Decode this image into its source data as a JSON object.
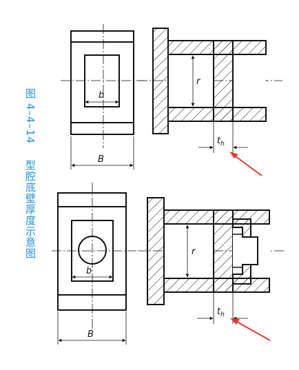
{
  "caption": {
    "figure_no": "图 4–4–14",
    "title": "型腔底壁厚度示意图",
    "color": "#2a8fd6"
  },
  "colors": {
    "line": "#111111",
    "arrow": "#e03b2f"
  },
  "top_view": {
    "label_b": "b",
    "label_B": "B",
    "label_r": "r",
    "label_th_main": "t",
    "label_th_sub": "h"
  },
  "bottom_view": {
    "label_b": "b",
    "label_B": "B",
    "label_r": "r",
    "label_th_main": "t",
    "label_th_sub": "h"
  }
}
